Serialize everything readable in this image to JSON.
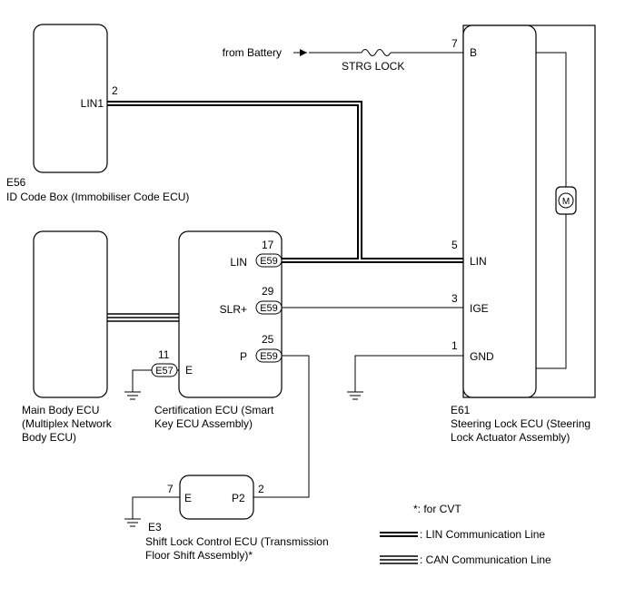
{
  "components": {
    "id_code_box": {
      "code": "E56",
      "name": "ID Code Box (Immobiliser Code ECU)",
      "pin_label": "LIN1",
      "pin_no": "2"
    },
    "main_body": {
      "line1": "Main Body ECU",
      "line2": "(Multiplex Network",
      "line3": "Body ECU)"
    },
    "cert_ecu": {
      "line1": "Certification ECU (Smart",
      "line2": "Key ECU Assembly)",
      "pins": [
        {
          "label": "LIN",
          "no": "17",
          "connector": "E59"
        },
        {
          "label": "SLR+",
          "no": "29",
          "connector": "E59"
        },
        {
          "label": "P",
          "no": "25",
          "connector": "E59"
        },
        {
          "label": "E",
          "no": "11",
          "connector": "E57"
        }
      ]
    },
    "steering_lock": {
      "code": "E61",
      "line1": "Steering Lock ECU (Steering",
      "line2": "Lock Actuator Assembly)",
      "pins": [
        {
          "label": "B",
          "no": "7"
        },
        {
          "label": "LIN",
          "no": "5"
        },
        {
          "label": "IGE",
          "no": "3"
        },
        {
          "label": "GND",
          "no": "1"
        }
      ],
      "motor": "M"
    },
    "shift_lock": {
      "code": "E3",
      "line1": "Shift Lock Control ECU (Transmission",
      "line2": "Floor Shift Assembly)*",
      "pins": [
        {
          "label": "E",
          "no": "7"
        },
        {
          "label": "P2",
          "no": "2"
        }
      ]
    }
  },
  "power": {
    "from": "from Battery",
    "fuse": "STRG LOCK"
  },
  "legend": {
    "note": "*: for CVT",
    "lin": ": LIN Communication Line",
    "can": ": CAN Communication Line"
  }
}
